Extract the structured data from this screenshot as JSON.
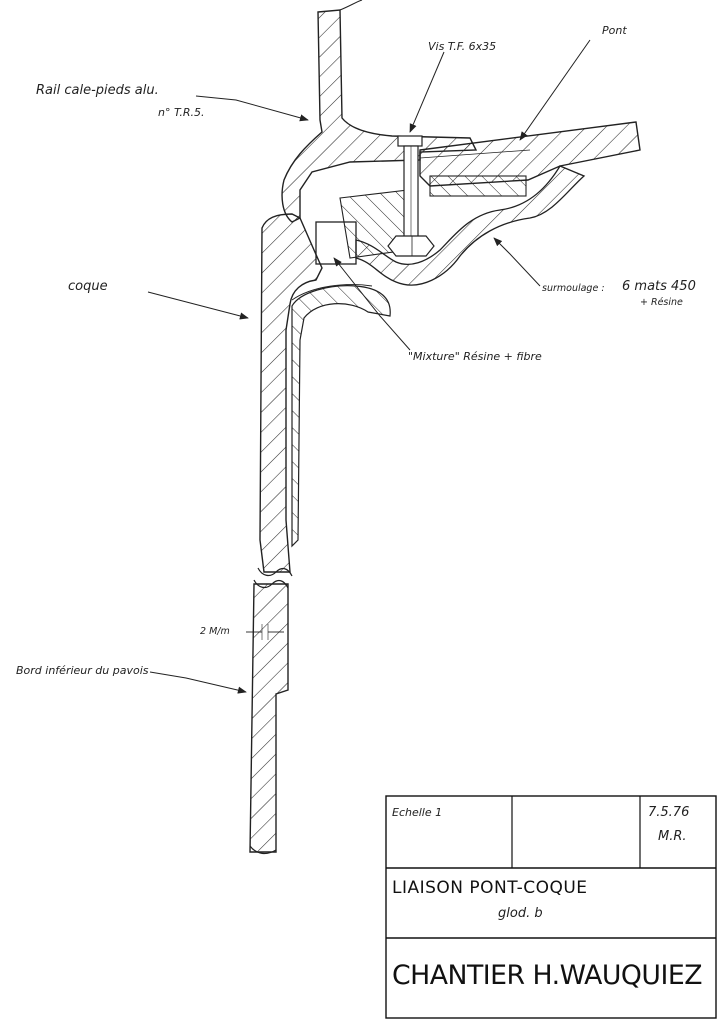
{
  "labels": {
    "rail": "Rail cale-pieds alu.",
    "rail_ref": "n° T.R.5.",
    "vis": "Vis T.F. 6x35",
    "pont": "Pont",
    "coque": "coque",
    "surmoulage": "surmoulage :",
    "surmoulage_qty": "6 mats 450",
    "surmoulage_resin": "+ Résine",
    "mixture": "\"Mixture\" Résine + fibre",
    "thickness": "2 M/m",
    "bord": "Bord inférieur du pavois"
  },
  "title_block": {
    "scale": "Echelle 1",
    "date": "7.5.76",
    "initials": "M.R.",
    "title": "LIAISON PONT-COQUE",
    "subtitle_script": "glod. b",
    "company": "CHANTIER H.WAUQUIEZ"
  }
}
